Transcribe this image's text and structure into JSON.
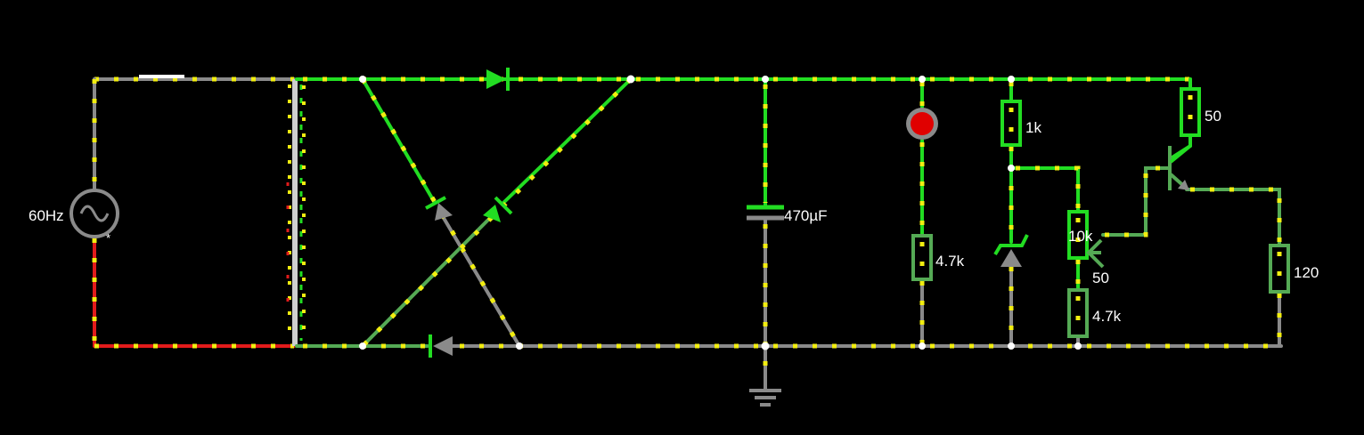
{
  "labels": {
    "source_freq": "60Hz",
    "source_marker": "*",
    "capacitor": "470µF",
    "resistor_led": "4.7k",
    "resistor_top": "1k",
    "resistor_pot": "10k",
    "pot_wiper": "50",
    "resistor_bottom": "4.7k",
    "resistor_collector": "50",
    "resistor_load": "120"
  },
  "colors": {
    "wire_bright": "#22dd22",
    "wire_dim": "#55aa55",
    "wire_gray": "#8a8a8a",
    "wire_red": "#e21b1b",
    "current_dot": "#f2ee10",
    "led": "#e00000",
    "background": "#000000"
  },
  "icons": {
    "source": "ac-source-icon",
    "ground": "ground-icon",
    "led": "led-icon",
    "transistor": "npn-transistor-icon"
  }
}
